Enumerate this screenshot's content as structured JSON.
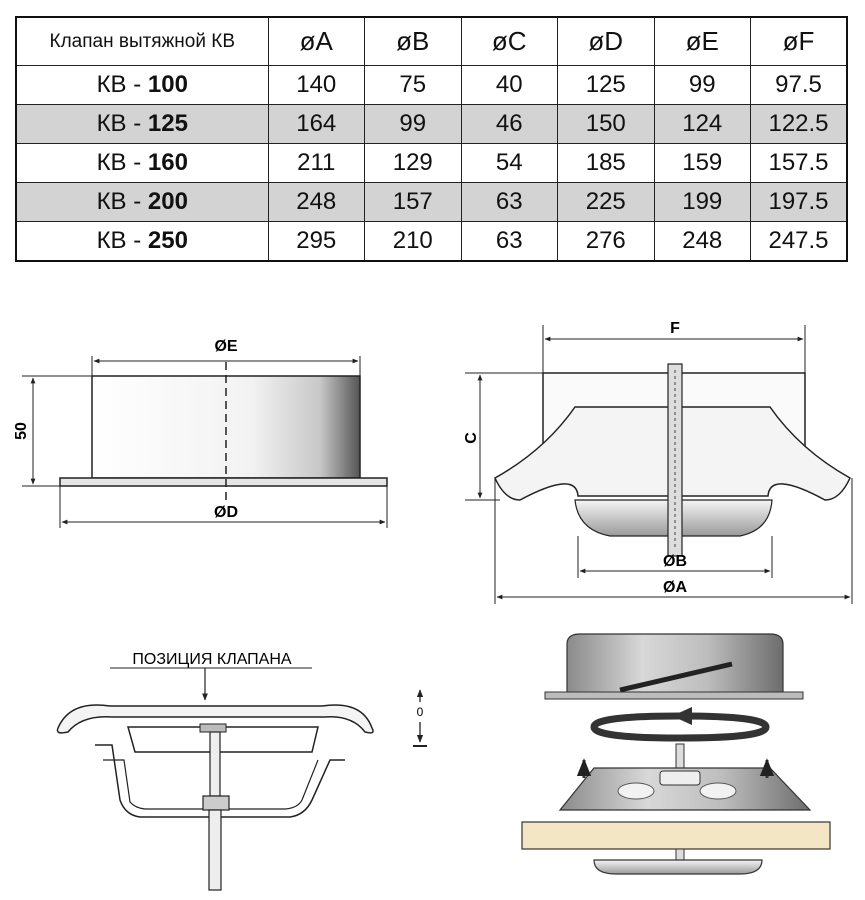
{
  "table": {
    "headers": [
      "Клапан вытяжной КВ",
      "øA",
      "øB",
      "øC",
      "øD",
      "øE",
      "øF"
    ],
    "rows": [
      {
        "prefix": "КВ - ",
        "size": "100",
        "values": [
          "140",
          "75",
          "40",
          "125",
          "99",
          "97.5"
        ]
      },
      {
        "prefix": "КВ - ",
        "size": "125",
        "values": [
          "164",
          "99",
          "46",
          "150",
          "124",
          "122.5"
        ]
      },
      {
        "prefix": "КВ - ",
        "size": "160",
        "values": [
          "211",
          "129",
          "54",
          "185",
          "159",
          "157.5"
        ]
      },
      {
        "prefix": "КВ - ",
        "size": "200",
        "values": [
          "248",
          "157",
          "63",
          "225",
          "199",
          "197.5"
        ]
      },
      {
        "prefix": "КВ - ",
        "size": "250",
        "values": [
          "295",
          "210",
          "63",
          "276",
          "248",
          "247.5"
        ]
      }
    ]
  },
  "drawing1": {
    "height_label": "50",
    "top_label": "ØE",
    "bottom_label": "ØD"
  },
  "drawing2": {
    "top_label": "F",
    "side_label": "C",
    "inner_label": "ØB",
    "bottom_label": "ØA"
  },
  "drawing3": {
    "caption": "ПОЗИЦИЯ КЛАПАНА",
    "scale_label": "0"
  },
  "colors": {
    "row_shade": "#d3d3d3",
    "border": "#111111",
    "panel_beige": "#f3e6c4"
  }
}
